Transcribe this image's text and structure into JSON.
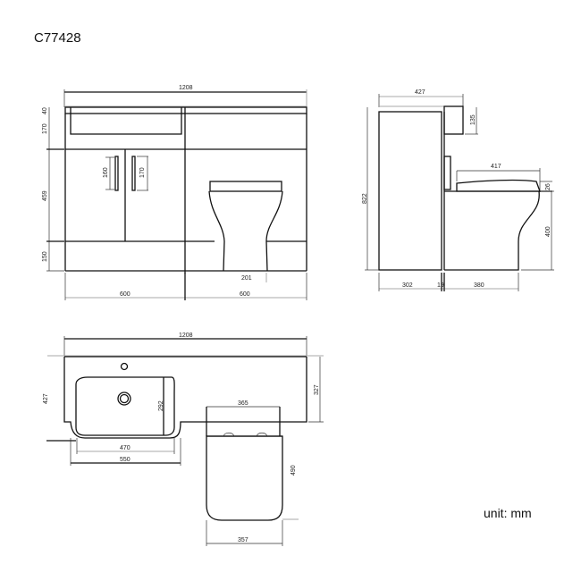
{
  "title": "C77428",
  "unit_label": "unit: mm",
  "front_view": {
    "total_width": "1208",
    "heights": [
      "40",
      "170",
      "459",
      "150"
    ],
    "handle_left": "160",
    "handle_right": "170",
    "toilet_base": "201",
    "cabinet_width": "600",
    "toilet_section_width": "600"
  },
  "side_view": {
    "depth": "427",
    "basin_depth": "135",
    "seat_length": "417",
    "seat_height": "26",
    "total_height": "822",
    "toilet_height": "400",
    "cabinet_depth": "302",
    "gap": "19",
    "toilet_depth": "380"
  },
  "plan_view": {
    "total_width": "1208",
    "depth": "427",
    "toilet_unit_depth": "327",
    "basin_depth": "292",
    "toilet_width": "365",
    "basin_inner_width": "470",
    "basin_outer_width": "550",
    "toilet_length": "490",
    "toilet_base_width": "357"
  }
}
